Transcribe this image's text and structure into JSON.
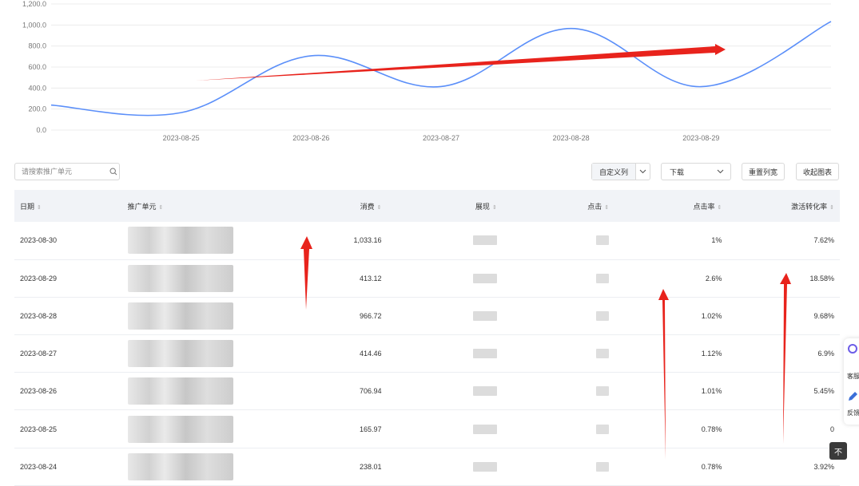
{
  "chart": {
    "y_ticks": [
      "1,200.0",
      "1,000.0",
      "800.0",
      "600.0",
      "400.0",
      "200.0",
      "0.0"
    ],
    "x_ticks": [
      "2023-08-25",
      "2023-08-26",
      "2023-08-27",
      "2023-08-28",
      "2023-08-29"
    ],
    "line_color": "#5b8ff9"
  },
  "chart_data": {
    "type": "line",
    "x": [
      "2023-08-24",
      "2023-08-25",
      "2023-08-26",
      "2023-08-27",
      "2023-08-28",
      "2023-08-29",
      "2023-08-30"
    ],
    "series": [
      {
        "values": [
          238.01,
          165.97,
          706.94,
          414.46,
          966.72,
          413.12,
          1033.16
        ]
      }
    ],
    "ylim": [
      0,
      1200
    ],
    "grid": true
  },
  "toolbar": {
    "search_placeholder": "请搜索推广单元",
    "custom_columns": "自定义列",
    "download": "下载",
    "reset_width": "重置列宽",
    "collapse_chart": "收起图表"
  },
  "table": {
    "headers": {
      "date": "日期",
      "unit": "推广单元",
      "cost": "消费",
      "impressions": "展现",
      "clicks": "点击",
      "ctr": "点击率",
      "cvr": "激活转化率"
    },
    "rows": [
      {
        "date": "2023-08-30",
        "cost": "1,033.16",
        "ctr": "1%",
        "cvr": "7.62%"
      },
      {
        "date": "2023-08-29",
        "cost": "413.12",
        "ctr": "2.6%",
        "cvr": "18.58%"
      },
      {
        "date": "2023-08-28",
        "cost": "966.72",
        "ctr": "1.02%",
        "cvr": "9.68%"
      },
      {
        "date": "2023-08-27",
        "cost": "414.46",
        "ctr": "1.12%",
        "cvr": "6.9%"
      },
      {
        "date": "2023-08-26",
        "cost": "706.94",
        "ctr": "1.01%",
        "cvr": "5.45%"
      },
      {
        "date": "2023-08-25",
        "cost": "165.97",
        "ctr": "0.78%",
        "cvr": "0"
      },
      {
        "date": "2023-08-24",
        "cost": "238.01",
        "ctr": "0.78%",
        "cvr": "3.92%"
      }
    ]
  },
  "annotations": {
    "arrow_color": "#e8231c"
  },
  "side": {
    "service_label": "客服",
    "feedback_label": "反馈",
    "top_label": "不"
  }
}
